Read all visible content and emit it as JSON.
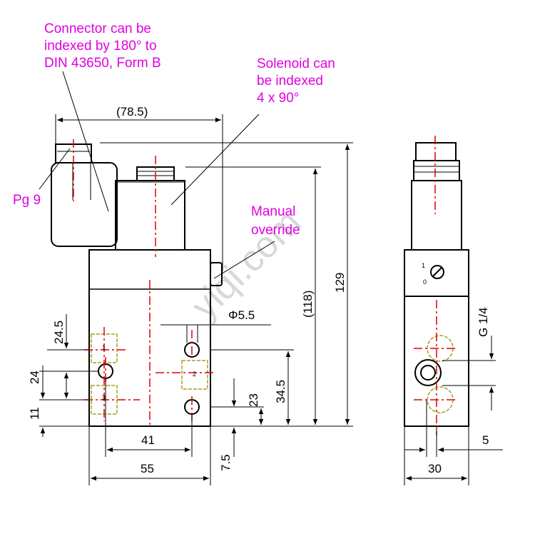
{
  "annotations": {
    "connector": [
      "Connector can be",
      "indexed by 180° to",
      "DIN 43650, Form B"
    ],
    "solenoid": [
      "Solenoid can",
      "be indexed",
      "4 x 90°"
    ],
    "manual_override": [
      "Manual",
      "override"
    ],
    "pg9": "Pg 9"
  },
  "dimensions": {
    "d_78_5": "(78.5)",
    "d_118": "(118)",
    "d_129": "129",
    "d_phi_5_5": "Φ5.5",
    "d_24_5": "24.5",
    "d_24": "24",
    "d_11": "11",
    "d_23": "23",
    "d_34_5": "34.5",
    "d_41": "41",
    "d_55": "55",
    "d_7_5": "7.5",
    "d_g14": "G 1/4",
    "d_5": "5",
    "d_30": "30"
  },
  "port_labels": {
    "p1": "1",
    "p2": "2",
    "p3": "3",
    "override_1": "1",
    "override_0": "0"
  },
  "watermark": "yiqi.com",
  "colors": {
    "annotation": "#e000e0",
    "centerline": "#e00000",
    "port_outline": "#a0a020",
    "line": "#000000"
  }
}
